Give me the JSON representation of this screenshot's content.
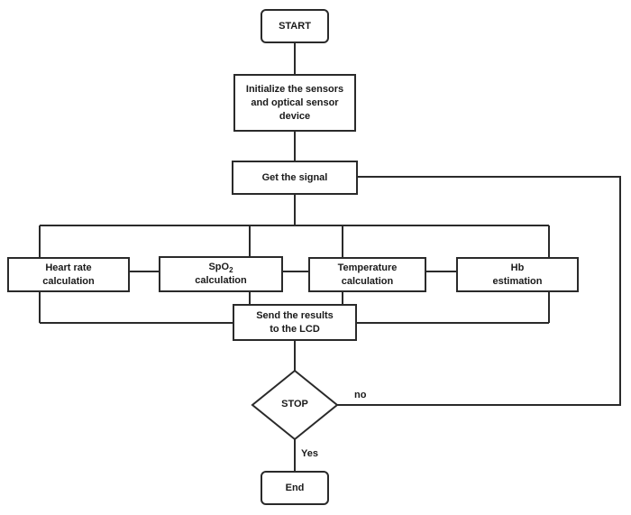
{
  "nodes": {
    "start": "START",
    "init": [
      "Initialize the sensors",
      "and optical sensor",
      "device"
    ],
    "signal": "Get the signal",
    "heart": [
      "Heart rate",
      "calculation"
    ],
    "spo2_base": "SpO",
    "spo2_sub": "2",
    "spo2_line2": "calculation",
    "temp": [
      "Temperature",
      "calculation"
    ],
    "hb": [
      "Hb",
      "estimation"
    ],
    "send": [
      "Send the results",
      "to the LCD"
    ],
    "stop": "STOP",
    "end": "End"
  },
  "edges": {
    "no": "no",
    "yes": "Yes"
  },
  "colors": {
    "stroke": "#2a2a2a",
    "text": "#1a1a1a",
    "background": "#ffffff"
  }
}
